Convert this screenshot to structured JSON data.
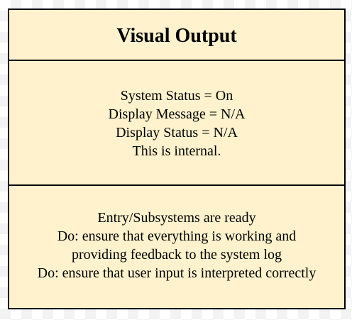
{
  "state": {
    "title": "Visual Output",
    "attributes": [
      "System Status = On",
      "Display Message = N/A",
      "Display Status = N/A",
      "This is internal."
    ],
    "activities": [
      "Entry/Subsystems are ready",
      "Do: ensure that everything is working and providing feedback to the system log",
      "Do: ensure that user input is interpreted correctly"
    ]
  },
  "colors": {
    "fill": "#fff2cc",
    "border": "#000000",
    "text": "#000000"
  }
}
